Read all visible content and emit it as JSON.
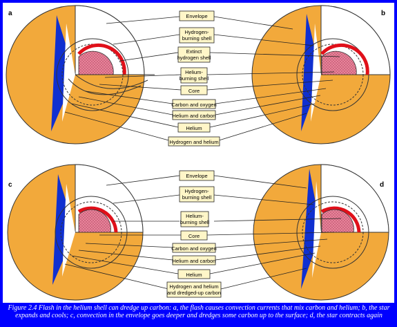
{
  "panels": {
    "a": "a",
    "b": "b",
    "c": "c",
    "d": "d"
  },
  "labels_top": [
    "Envelope",
    "Hydrogen-",
    "burning shell",
    "Extinct",
    "hydrogen shell",
    "Helium-",
    "burning shell",
    "Core",
    "Carbon and oxygen",
    "Helium and carbon",
    "Helium",
    "Hydrogen and helium"
  ],
  "labels_bottom": [
    "Envelope",
    "Hydrogen-",
    "burning shell",
    "Helium-",
    "burning shell",
    "Core",
    "Carbon and oxygen",
    "Helium and carbon",
    "Helium",
    "Hydrogen and helium",
    "and dredged-up carbon"
  ],
  "caption": {
    "line1": "Figure 2.4 Flash in the helium shell can dredge up carbon: a, the flash causes convection currents that mix carbon and helium; b, the star",
    "line2": "expands and cools; c, convection in the envelope goes deeper and dredges some carbon up to the surface; d, the star contracts again"
  },
  "colors": {
    "frame": "#0000ff",
    "envelope": "#f2a93b",
    "shell_red": "#e0101a",
    "core_pink": "#e8839a",
    "blue_wedge": "#1030d0",
    "label_fill": "#fff6c8"
  }
}
